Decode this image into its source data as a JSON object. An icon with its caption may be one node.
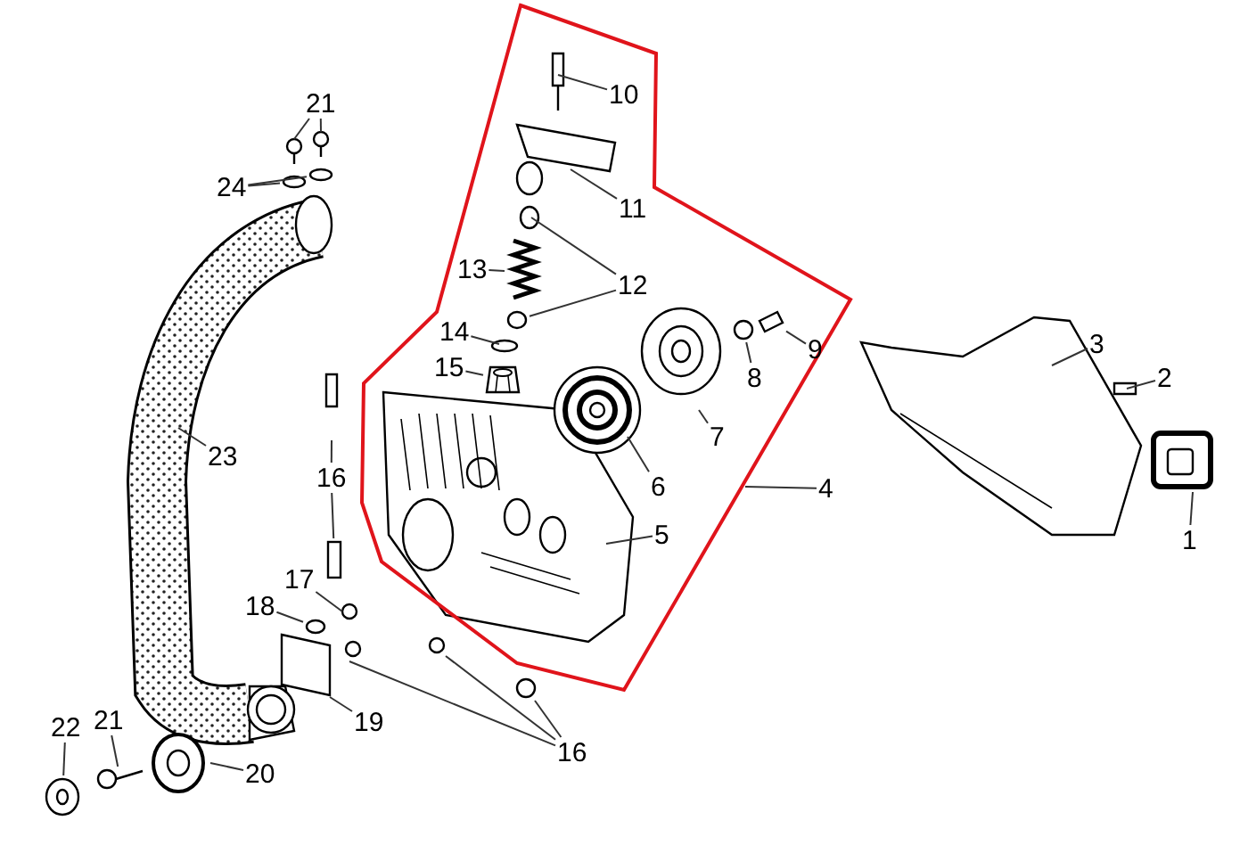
{
  "diagram": {
    "nodes": [
      {
        "text": [],
        "shape": "polygon"
      },
      {
        "text": [
          "21"
        ]
      },
      {
        "text": [
          "10"
        ],
        "in": 0
      },
      {
        "text": [
          "24"
        ]
      },
      {
        "text": [
          "11"
        ],
        "in": 0
      },
      {
        "text": [
          "13"
        ],
        "in": 0
      },
      {
        "text": [
          "12"
        ],
        "in": 0
      },
      {
        "text": [
          "9"
        ],
        "in": 0
      },
      {
        "text": [
          "14"
        ],
        "in": 0
      },
      {
        "text": [
          "3"
        ]
      },
      {
        "text": [
          "8"
        ],
        "in": 0
      },
      {
        "text": [
          "15"
        ],
        "in": 0
      },
      {
        "text": [
          "2"
        ]
      },
      {
        "text": [
          "7"
        ],
        "in": 0
      },
      {
        "text": [
          "23"
        ]
      },
      {
        "text": [
          "16"
        ]
      },
      {
        "text": [
          "6"
        ],
        "in": 0
      },
      {
        "text": [
          "4"
        ]
      },
      {
        "text": [
          "5"
        ],
        "in": 0
      },
      {
        "text": [
          "1"
        ]
      },
      {
        "text": [
          "17"
        ]
      },
      {
        "text": [
          "18"
        ]
      },
      {
        "text": [
          "19"
        ]
      },
      {
        "text": [
          "22"
        ]
      },
      {
        "text": [
          "21"
        ]
      },
      {
        "text": [
          "20"
        ]
      },
      {
        "text": [
          "16"
        ]
      },
      {
        "text": [],
        "shape": "circle",
        "in": 0
      },
      {
        "text": [],
        "shape": "box"
      },
      {
        "text": [],
        "shape": "circle"
      },
      {
        "text": [],
        "shape": "picture"
      },
      {
        "text": [],
        "shape": "circle"
      },
      {
        "text": [],
        "shape": "picture",
        "in": 0
      },
      {
        "text": [],
        "shape": "circle",
        "in": 0
      },
      {
        "text": [],
        "shape": "picture",
        "in": 0
      },
      {
        "text": [],
        "shape": "picture"
      },
      {
        "text": [],
        "shape": "circle"
      },
      {
        "text": [],
        "shape": "circle"
      }
    ],
    "edges": [
      {
        "from": 1,
        "to": null,
        "arrow": "none"
      },
      {
        "from": 1,
        "to": null,
        "arrow": "none"
      },
      {
        "from": 2,
        "to": null,
        "arrow": "none"
      },
      {
        "from": 3,
        "to": 36,
        "arrow": "none"
      },
      {
        "from": 3,
        "to": 37,
        "arrow": "none"
      },
      {
        "from": 4,
        "to": null,
        "arrow": "none"
      },
      {
        "from": 5,
        "to": null,
        "arrow": "none"
      },
      {
        "from": 6,
        "to": null,
        "arrow": "none"
      },
      {
        "from": 6,
        "to": 27,
        "arrow": "none"
      },
      {
        "from": 7,
        "to": 34,
        "arrow": "none"
      },
      {
        "from": 8,
        "to": null,
        "arrow": "none"
      },
      {
        "from": 9,
        "to": null,
        "arrow": "none"
      },
      {
        "from": 10,
        "to": 33,
        "arrow": "none"
      },
      {
        "from": 11,
        "to": 32,
        "arrow": "none"
      },
      {
        "from": 12,
        "to": null,
        "arrow": "none"
      },
      {
        "from": 13,
        "to": null,
        "arrow": "none"
      },
      {
        "from": 14,
        "to": null,
        "arrow": "none"
      },
      {
        "from": 15,
        "to": null,
        "arrow": "none"
      },
      {
        "from": 15,
        "to": 28,
        "arrow": "none"
      },
      {
        "from": 16,
        "to": null,
        "arrow": "none"
      },
      {
        "from": 17,
        "to": 0,
        "arrow": "none"
      },
      {
        "from": 18,
        "to": null,
        "arrow": "none"
      },
      {
        "from": 19,
        "to": null,
        "arrow": "none"
      },
      {
        "from": 20,
        "to": null,
        "arrow": "none"
      },
      {
        "from": 21,
        "to": 29,
        "arrow": "none"
      },
      {
        "from": 22,
        "to": null,
        "arrow": "none"
      },
      {
        "from": 23,
        "to": 35,
        "arrow": "none"
      },
      {
        "from": 24,
        "to": 30,
        "arrow": "none"
      },
      {
        "from": 25,
        "to": null,
        "arrow": "none"
      },
      {
        "from": 26,
        "to": null,
        "arrow": "none"
      },
      {
        "from": 26,
        "to": null,
        "arrow": "none"
      },
      {
        "from": 26,
        "to": 31,
        "arrow": "none"
      }
    ]
  }
}
